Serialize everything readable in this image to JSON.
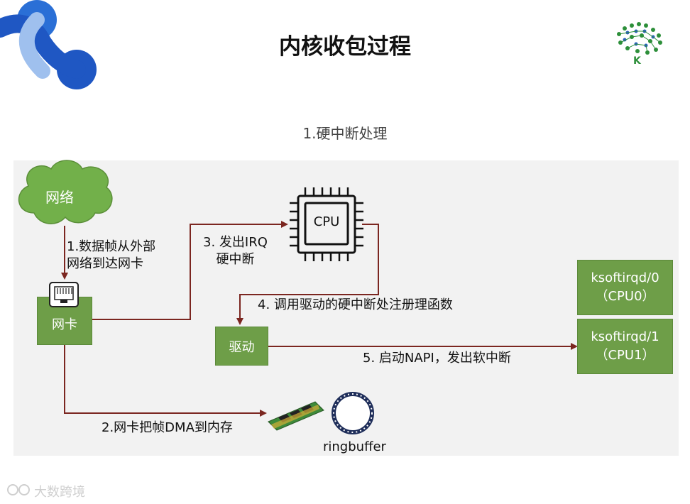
{
  "title": "内核收包过程",
  "subtitle": "1.硬中断处理",
  "nodes": {
    "network": "网络",
    "nic": "网卡",
    "cpu": "CPU",
    "driver": "驱动",
    "ksoftirqd0": {
      "line1": "ksoftirqd/0",
      "line2": "（CPU0）"
    },
    "ksoftirqd1": {
      "line1": "ksoftirqd/1",
      "line2": "（CPU1）"
    },
    "ringbuffer": "ringbuffer"
  },
  "steps": {
    "step1": {
      "line1": "1.数据帧从外部",
      "line2": "网络到达网卡"
    },
    "step2": "2.网卡把帧DMA到内存",
    "step3": {
      "line1": "3. 发出IRQ",
      "line2": "硬中断"
    },
    "step4": "4. 调用驱动的硬中断处注册理函数",
    "step5": "5. 启动NAPI，发出软中断"
  },
  "watermark": "大数跨境",
  "logo_letter": "K",
  "colors": {
    "arrow": "#7b2620",
    "box": "#6e9e48",
    "brand_blue": "#1f57c3"
  }
}
